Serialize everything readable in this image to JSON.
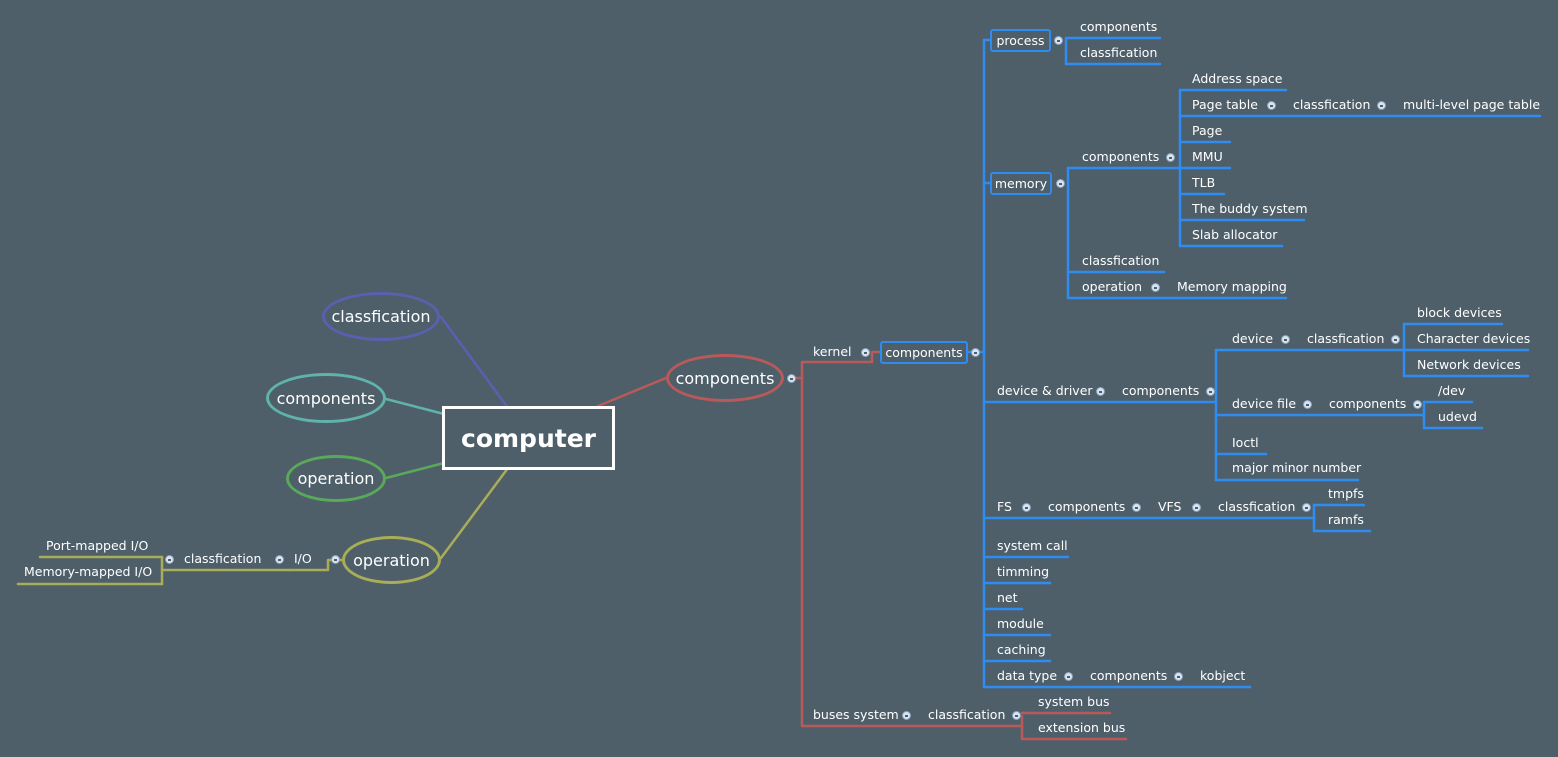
{
  "root": "computer",
  "left_branches": {
    "classification": "classfication",
    "components": "components",
    "operation": "operation",
    "io_operation": "operation",
    "io": "I/O",
    "io_classification": "classfication",
    "port_mapped": "Port-mapped I/O",
    "memory_mapped": "Memory-mapped I/O"
  },
  "components_branch": {
    "label": "components",
    "kernel": {
      "label": "kernel",
      "components": "components",
      "process": {
        "label": "process",
        "components": "components",
        "classification": "classfication"
      },
      "memory": {
        "label": "memory",
        "components": "components",
        "items": [
          "Address space",
          "Page table",
          "Page",
          "MMU",
          "TLB",
          "The buddy system",
          "Slab allocator"
        ],
        "page_table_classification": "classfication",
        "multi_level": "multi-level page table",
        "classification": "classfication",
        "operation": "operation",
        "memory_mapping": "Memory mapping"
      },
      "device_driver": {
        "label": "device & driver",
        "components": "components",
        "device": "device",
        "device_classification": "classfication",
        "device_types": [
          "block devices",
          "Character devices",
          "Network devices"
        ],
        "device_file": "device file",
        "device_file_components": "components",
        "dev": "/dev",
        "udevd": "udevd",
        "ioctl": "Ioctl",
        "major_minor": "major minor number"
      },
      "fs": {
        "label": "FS",
        "components": "components",
        "vfs": "VFS",
        "classification": "classfication",
        "tmpfs": "tmpfs",
        "ramfs": "ramfs"
      },
      "others": [
        "system call",
        "timming",
        "net",
        "module",
        "caching"
      ],
      "data_type": {
        "label": "data type",
        "components": "components",
        "kobject": "kobject"
      }
    },
    "buses": {
      "label": "buses system",
      "classification": "classfication",
      "system_bus": "system bus",
      "extension_bus": "extension bus"
    }
  },
  "colors": {
    "background": "#4e5f6a",
    "blue": "#2f8cf0",
    "red": "#b85a5a",
    "classification_oval": "#5b5fb0",
    "components_oval": "#5fb3aa",
    "operation_oval": "#5aa85a",
    "io_operation_oval": "#a8ad57"
  }
}
